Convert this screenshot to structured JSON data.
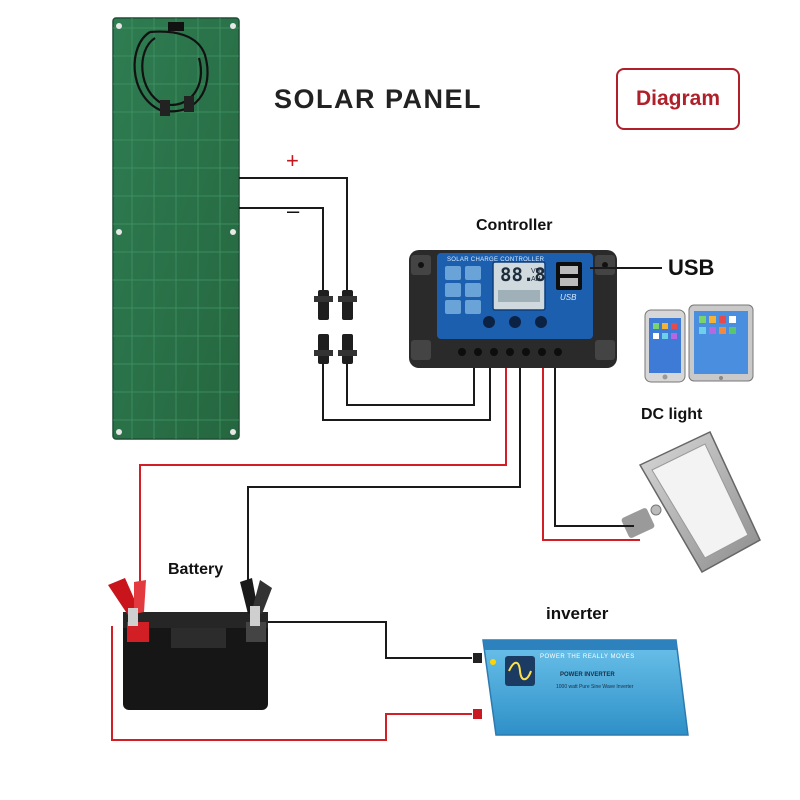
{
  "title": "SOLAR  PANEL",
  "badge": "Diagram",
  "polarity": {
    "positive": "+",
    "negative": "–"
  },
  "labels": {
    "controller": "Controller",
    "usb": "USB",
    "dc_light": "DC light",
    "battery": "Battery",
    "inverter": "inverter"
  },
  "controller_panel": {
    "header": "SOLAR CHARGE CONTROLLER",
    "display_value": "88.8",
    "display_units": "V%\nAH",
    "usb_mark": "USB"
  },
  "inverter_panel": {
    "strip_text": "POWER THE REALLY MOVES",
    "brand": "POWER INVERTER",
    "subtitle": "1000 watt Pure Sine Wave Inverter"
  },
  "colors": {
    "positive_wire": "#d21f26",
    "negative_wire": "#1a1a1a",
    "accent": "#b0202a",
    "panel_green": "#2f7d52",
    "controller_blue": "#1c5fae",
    "inverter_blue": "#3aa3d6"
  }
}
